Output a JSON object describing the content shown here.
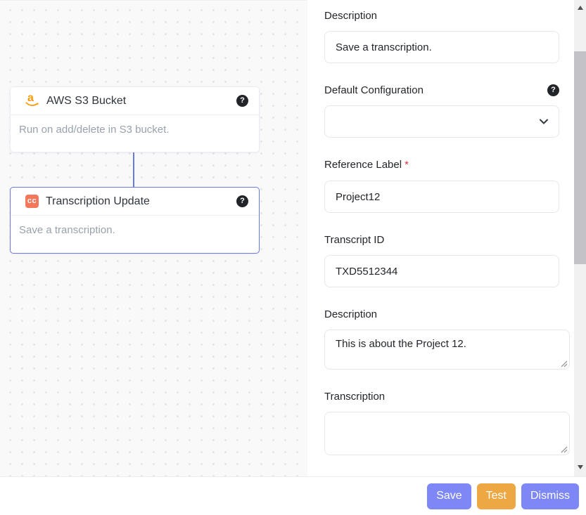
{
  "canvas": {
    "nodes": [
      {
        "title": "AWS S3 Bucket",
        "description": "Run on add/delete in S3 bucket.",
        "icon": "amazon",
        "selected": false
      },
      {
        "title": "Transcription Update",
        "description": "Save a transcription.",
        "icon": "cc-badge",
        "badge": "cc",
        "selected": true
      }
    ]
  },
  "icons": {
    "help_glyph": "?",
    "amazon_glyph": "a"
  },
  "panel": {
    "required_marker": "*",
    "fields": [
      {
        "label": "Description",
        "type": "input",
        "value": "Save a transcription."
      },
      {
        "label": "Default Configuration",
        "type": "select",
        "value": "",
        "has_help_icon": true
      },
      {
        "label": "Reference Label",
        "type": "input",
        "value": "Project12",
        "required": true
      },
      {
        "label": "Transcript ID",
        "type": "input",
        "value": "TXD5512344"
      },
      {
        "label": "Description",
        "type": "textarea",
        "value": "This is about the Project 12."
      },
      {
        "label": "Transcription",
        "type": "textarea",
        "value": ""
      }
    ]
  },
  "footer": {
    "buttons": [
      {
        "label": "Save",
        "color": "#7d87f5"
      },
      {
        "label": "Test",
        "color": "#eda843"
      },
      {
        "label": "Dismiss",
        "color": "#7d87f5"
      }
    ]
  },
  "colors": {
    "selected_node_border": "#6d7ae2",
    "connector": "#6b79e3",
    "accent_purple": "#7d87f5",
    "accent_orange": "#eda843",
    "amazon_orange": "#ff9900",
    "cc_badge": "#f4775b",
    "required_red": "#dc3545",
    "scrollbar_track": "#f1f1f1",
    "scrollbar_thumb": "#c3c3c7"
  }
}
